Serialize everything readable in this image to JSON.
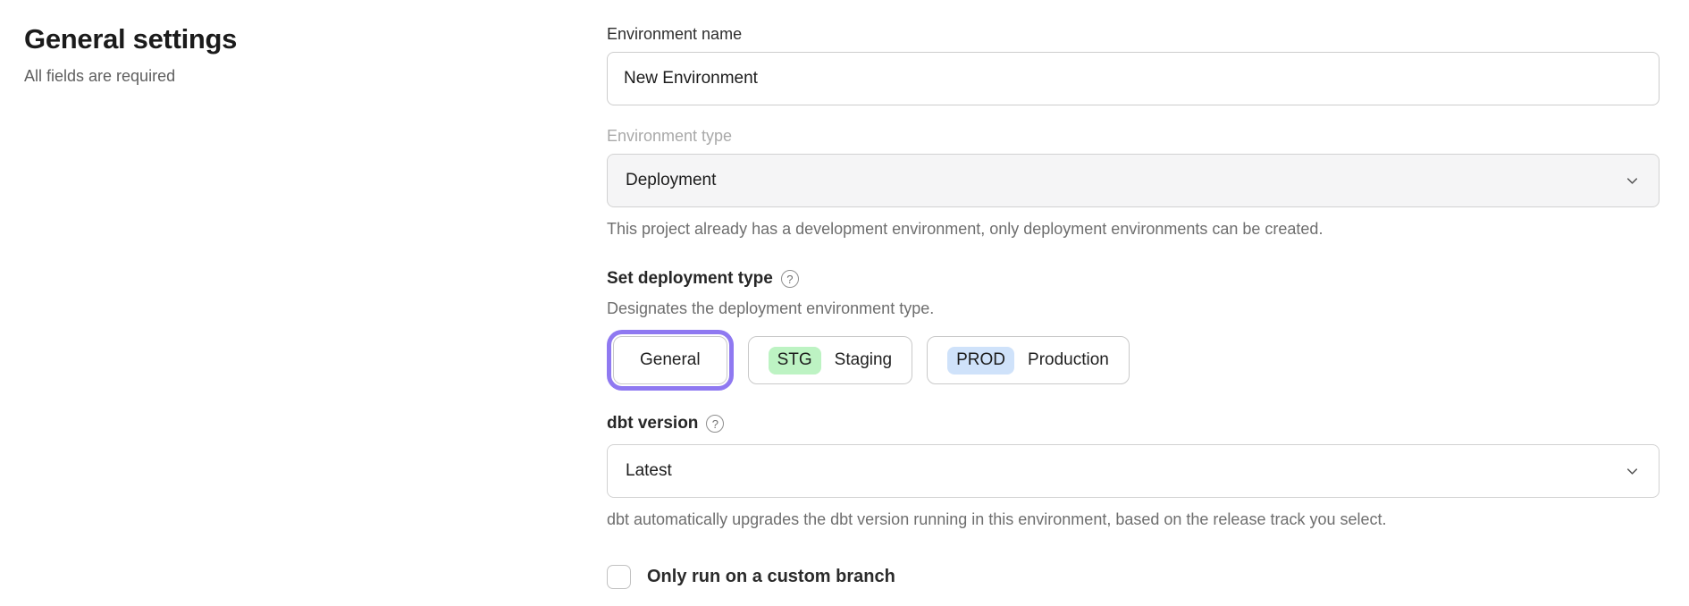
{
  "page": {
    "title": "General settings",
    "subtitle": "All fields are required"
  },
  "form": {
    "environment_name": {
      "label": "Environment name",
      "value": "New Environment"
    },
    "environment_type": {
      "label": "Environment type",
      "value": "Deployment",
      "disabled": true,
      "helper": "This project already has a development environment, only deployment environments can be created."
    },
    "deployment_type": {
      "label": "Set deployment type",
      "help_icon": "?",
      "description": "Designates the deployment environment type.",
      "options": [
        {
          "label": "General",
          "selected": true
        },
        {
          "badge": "STG",
          "label": "Staging",
          "selected": false
        },
        {
          "badge": "PROD",
          "label": "Production",
          "selected": false
        }
      ]
    },
    "dbt_version": {
      "label": "dbt version",
      "help_icon": "?",
      "value": "Latest",
      "helper": "dbt automatically upgrades the dbt version running in this environment, based on the release track you select."
    },
    "custom_branch": {
      "label": "Only run on a custom branch",
      "checked": false
    }
  },
  "colors": {
    "accent_purple": "#8f79f1",
    "staging_badge_bg": "#bdf3c3",
    "production_badge_bg": "#cfe2fa",
    "disabled_field_bg": "#f5f5f6"
  }
}
